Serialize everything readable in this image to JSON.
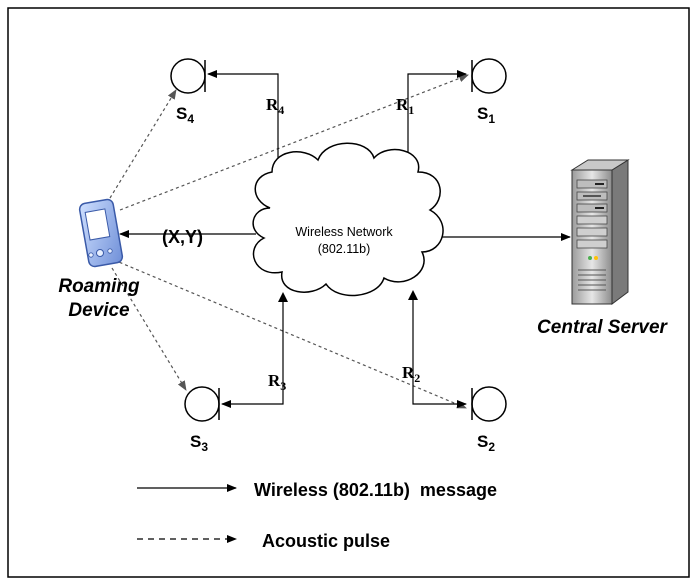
{
  "cloud": {
    "line1": "Wireless Network",
    "line2": "(802.11b)"
  },
  "coordinate_label": "(X,Y)",
  "device": {
    "line1": "Roaming",
    "line2": "Device"
  },
  "server": {
    "label": "Central Server"
  },
  "speakers": [
    {
      "letter": "S",
      "index": "4"
    },
    {
      "letter": "S",
      "index": "1"
    },
    {
      "letter": "S",
      "index": "3"
    },
    {
      "letter": "S",
      "index": "2"
    }
  ],
  "receivers": [
    {
      "letter": "R",
      "index": "4"
    },
    {
      "letter": "R",
      "index": "1"
    },
    {
      "letter": "R",
      "index": "3"
    },
    {
      "letter": "R",
      "index": "2"
    }
  ],
  "legend": {
    "solid_label": "Wireless (802.11b)  message",
    "dashed_label": "Acoustic pulse"
  }
}
